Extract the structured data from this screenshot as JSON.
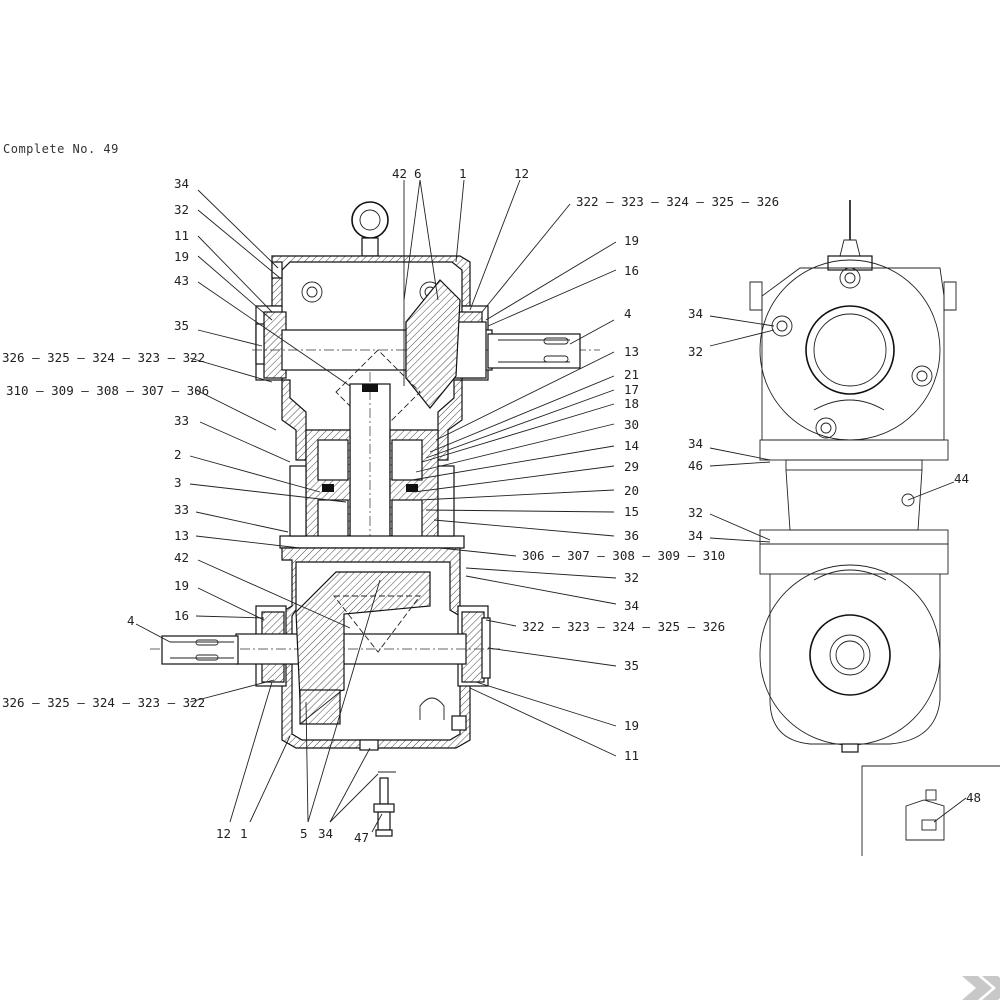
{
  "title": "Complete No. 49",
  "colors": {
    "line": "#222222",
    "background": "#ffffff",
    "logo": "#c8c8c8"
  },
  "logo_icon": "kramp-k-logo",
  "labels": {
    "l_34_tl": "34",
    "l_32_tl": "32",
    "l_11_tl": "11",
    "l_19_tl": "19",
    "l_43": "43",
    "l_35_tl": "35",
    "l_326_tl": "326 – 325 – 324 – 323 – 322",
    "l_310_tl": "310 – 309 – 308 – 307 – 306",
    "l_33_a": "33",
    "l_2": "2",
    "l_3": "3",
    "l_33_b": "33",
    "l_13_l": "13",
    "l_42_l": "42",
    "l_19_ml": "19",
    "l_16_ml": "16",
    "l_4_l": "4",
    "l_326_bl": "326 – 325 – 324 – 323 – 322",
    "l_12_b": "12",
    "l_1_b": "1",
    "l_5_b": "5",
    "l_34_b": "34",
    "l_47": "47",
    "l_42_t": "42",
    "l_6_t": "6",
    "l_1_t": "1",
    "l_12_t": "12",
    "l_322_tr": "322 – 323 – 324 – 325 – 326",
    "l_19_tr": "19",
    "l_16_tr": "16",
    "l_4_r": "4",
    "l_13_r": "13",
    "l_21": "21",
    "l_17": "17",
    "l_18": "18",
    "l_30": "30",
    "l_14": "14",
    "l_29": "29",
    "l_20": "20",
    "l_15": "15",
    "l_36": "36",
    "l_306_r": "306 – 307 – 308 – 309 – 310",
    "l_32_mr": "32",
    "l_34_mr": "34",
    "l_322_mr": "322 – 323 – 324 – 325 – 326",
    "l_35_r": "35",
    "l_19_br": "19",
    "l_11_br": "11",
    "l_34_side_a": "34",
    "l_32_side_a": "32",
    "l_34_side_b": "34",
    "l_46": "46",
    "l_44": "44",
    "l_32_side_c": "32",
    "l_34_side_c": "34",
    "l_48": "48"
  }
}
